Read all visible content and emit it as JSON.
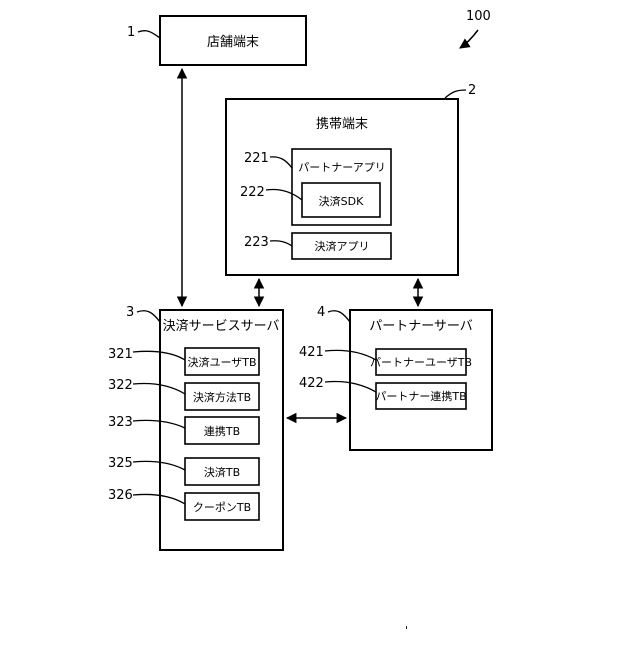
{
  "figure_number": "100",
  "store_terminal": {
    "ref": "1",
    "label": "店舗端末"
  },
  "mobile_terminal": {
    "ref": "2",
    "label": "携帯端末",
    "partner_app": {
      "ref": "221",
      "label": "パートナーアプリ"
    },
    "payment_sdk": {
      "ref": "222",
      "label": "決済SDK"
    },
    "payment_app": {
      "ref": "223",
      "label": "決済アプリ"
    }
  },
  "payment_server": {
    "ref": "3",
    "label": "決済サービスサーバ",
    "tables": [
      {
        "ref": "321",
        "label": "決済ユーザTB"
      },
      {
        "ref": "322",
        "label": "決済方法TB"
      },
      {
        "ref": "323",
        "label": "連携TB"
      },
      {
        "ref": "325",
        "label": "決済TB"
      },
      {
        "ref": "326",
        "label": "クーポンTB"
      }
    ]
  },
  "partner_server": {
    "ref": "4",
    "label": "パートナーサーバ",
    "tables": [
      {
        "ref": "421",
        "label": "パートナーユーザTB"
      },
      {
        "ref": "422",
        "label": "パートナー連携TB"
      }
    ]
  },
  "footer_mark": "'"
}
